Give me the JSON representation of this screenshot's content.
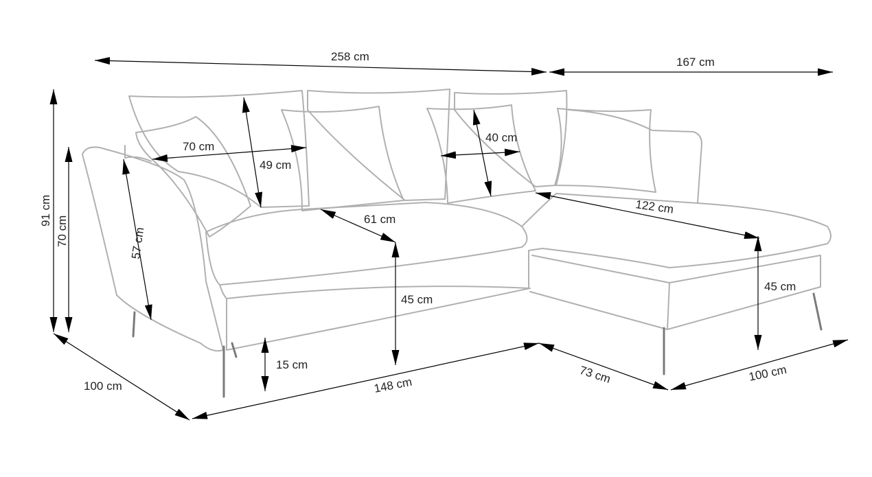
{
  "colors": {
    "outline": "#b0b0b0",
    "dimension": "#000000",
    "label": "#222222",
    "background": "#ffffff"
  },
  "dimensions": {
    "total_width": "258 cm",
    "chaise_width": "167 cm",
    "total_height": "91 cm",
    "armrest_height": "70 cm",
    "cushion_width_left": "70 cm",
    "cushion_height": "49 cm",
    "small_cushion_width": "40 cm",
    "chaise_length": "122 cm",
    "backrest_height": "57 cm",
    "seat_depth": "61 cm",
    "seat_height_main": "45 cm",
    "seat_height_chaise": "45 cm",
    "leg_height": "15 cm",
    "depth_left": "100 cm",
    "main_length": "148 cm",
    "chaise_depth_inner": "73 cm",
    "chaise_depth": "100 cm"
  }
}
